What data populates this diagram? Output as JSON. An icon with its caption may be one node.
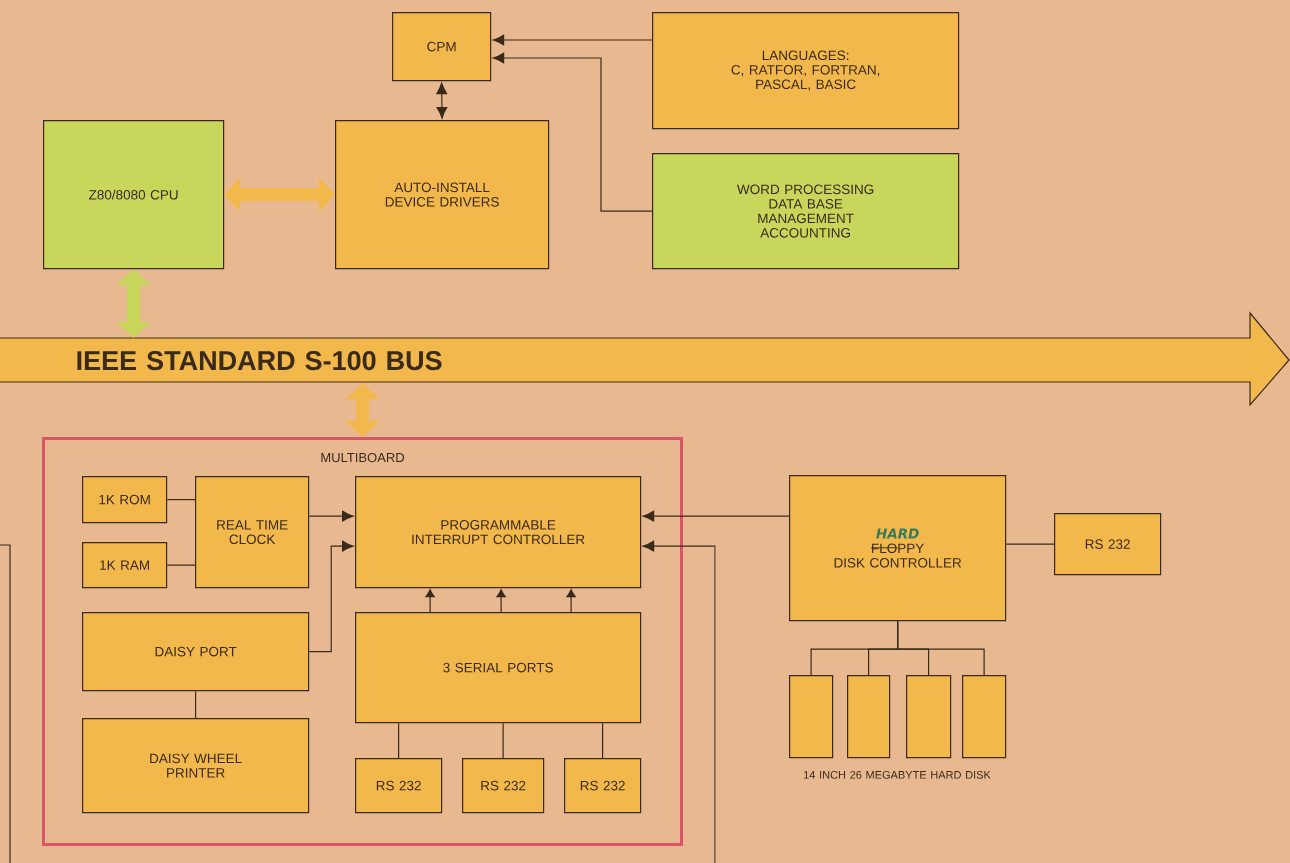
{
  "diagram": {
    "nodes": [
      {
        "text": [
          "CPM"
        ]
      },
      {
        "text": [
          "LANGUAGES:",
          "C, RATFOR, FORTRAN, PASCAL, BASIC"
        ]
      },
      {
        "text": [
          "WORD PROCESSING",
          "DATA BASE MANAGEMENT",
          "ACCOUNTING"
        ]
      },
      {
        "text": [
          "Z80/8080 CPU"
        ]
      },
      {
        "text": [
          "AUTO-INSTALL DEVICE DRIVERS"
        ]
      },
      {
        "text": [
          "IEEE STANDARD S-100 BUS"
        ]
      },
      {
        "text": [
          "MULTIBOARD"
        ]
      },
      {
        "text": [
          "1K ROM"
        ],
        "in": 6
      },
      {
        "text": [
          "1K RAM"
        ],
        "in": 6
      },
      {
        "text": [
          "REAL TIME CLOCK"
        ],
        "in": 6
      },
      {
        "text": [
          "PROGRAMMABLE INTERRUPT CONTROLLER"
        ],
        "in": 6
      },
      {
        "text": [
          "DAISY PORT"
        ],
        "in": 6
      },
      {
        "text": [
          "3 SERIAL PORTS"
        ],
        "in": 6
      },
      {
        "text": [
          "DAISY WHEEL PRINTER"
        ],
        "in": 6
      },
      {
        "text": [
          "RS 232"
        ],
        "in": 6
      },
      {
        "text": [
          "RS 232"
        ],
        "in": 6
      },
      {
        "text": [
          "RS 232"
        ],
        "in": 6
      },
      {
        "text": [
          "HARD",
          "FLOPPY",
          "DISK CONTROLLER"
        ]
      },
      {
        "text": [
          "RS 232"
        ]
      },
      {
        "text": [],
        "shape": "box"
      },
      {
        "text": [],
        "shape": "box"
      },
      {
        "text": [],
        "shape": "box"
      },
      {
        "text": [],
        "shape": "box"
      }
    ],
    "edges": [
      {
        "from": 1,
        "to": 0,
        "arrow": "to"
      },
      {
        "from": 2,
        "to": 0,
        "arrow": "to"
      },
      {
        "from": 0,
        "to": 4,
        "arrow": "both"
      },
      {
        "from": 3,
        "to": 4,
        "arrow": "both",
        "style": "thick",
        "color": "#f2b84b"
      },
      {
        "from": 3,
        "to": 5,
        "arrow": "both",
        "style": "thick",
        "color": "#c8d65c"
      },
      {
        "from": 5,
        "to": 6,
        "arrow": "both",
        "style": "thick",
        "color": "#f2b84b"
      },
      {
        "from": 7,
        "to": 9,
        "arrow": "none"
      },
      {
        "from": 8,
        "to": 9,
        "arrow": "none"
      },
      {
        "from": 9,
        "to": 10,
        "arrow": "to"
      },
      {
        "from": 11,
        "to": 10,
        "arrow": "to"
      },
      {
        "from": 12,
        "to": 10,
        "arrow": "to"
      },
      {
        "from": 12,
        "to": 10,
        "arrow": "to"
      },
      {
        "from": 12,
        "to": 10,
        "arrow": "to"
      },
      {
        "from": 11,
        "to": 13,
        "arrow": "none"
      },
      {
        "from": 12,
        "to": 14,
        "arrow": "none"
      },
      {
        "from": 12,
        "to": 15,
        "arrow": "none"
      },
      {
        "from": 12,
        "to": 16,
        "arrow": "none"
      },
      {
        "from": 17,
        "to": 10,
        "arrow": "to"
      },
      {
        "from": null,
        "to": 10,
        "arrow": "to"
      },
      {
        "from": 17,
        "to": 18,
        "arrow": "none"
      },
      {
        "from": 17,
        "to": 19,
        "arrow": "none"
      },
      {
        "from": 17,
        "to": 20,
        "arrow": "none"
      },
      {
        "from": 17,
        "to": 21,
        "arrow": "none"
      },
      {
        "from": 17,
        "to": 22,
        "arrow": "none"
      }
    ],
    "labels": [
      "14 INCH 26 MEGABYTE HARD DISK"
    ]
  }
}
